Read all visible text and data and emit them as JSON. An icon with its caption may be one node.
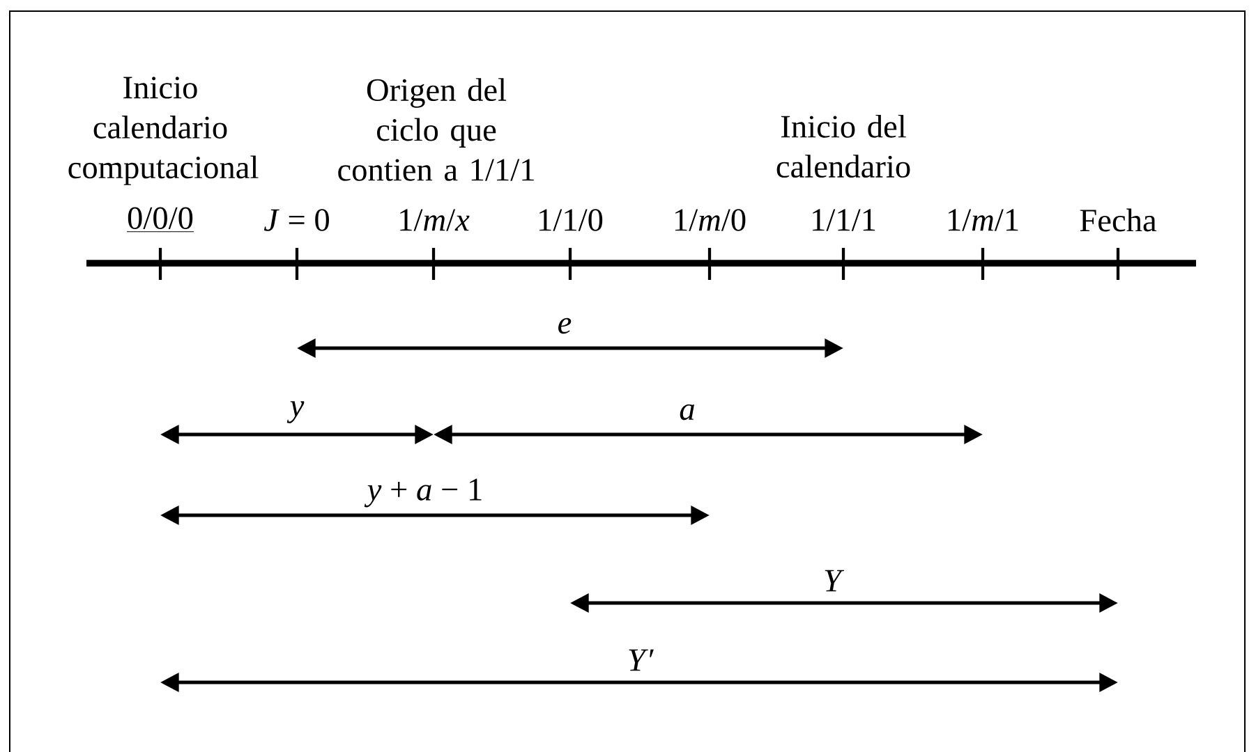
{
  "diagram": {
    "labels": [
      "Inicio calendario computacional",
      "Origen del ciclo que contien a 1/1/1",
      "Inicio del calendario",
      "0/0/0",
      "*J* = 0",
      "1/*m*/*x*",
      "1/1/0",
      "1/*m*/0",
      "1/1/1",
      "1/*m*/1",
      "Fecha",
      "e",
      "y",
      "a",
      "*y* + *a* − 1",
      "Y",
      "*Y*′"
    ]
  }
}
